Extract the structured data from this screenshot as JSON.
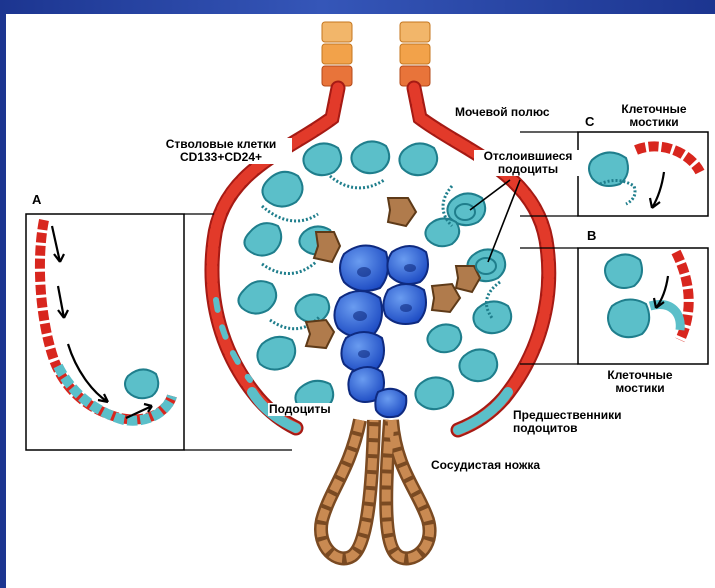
{
  "labels": {
    "stem_cells": [
      "Стволовые клетки",
      "CD133+CD24+"
    ],
    "urinary_pole": "Мочевой  полюс",
    "cell_bridges_top": [
      "Клеточные",
      "мостики"
    ],
    "detached_podocytes": [
      "Отслоившиеся",
      "подоциты"
    ],
    "cell_bridges_bottom": [
      "Клеточные",
      "мостики"
    ],
    "podocytes": "Подоциты",
    "podocyte_precursors": [
      "Предшественники",
      "подоцитов"
    ],
    "vascular_stalk": "Сосудистая ножка"
  },
  "panel_letters": {
    "a": "A",
    "b": "B",
    "c": "C"
  },
  "colors": {
    "frame_background": "#26409a",
    "panel_background": "#ffffff",
    "parietal_cells": "#d8261e",
    "progenitor_cells": "#5bbfc9",
    "endothelium": "#2a5fd4",
    "mesangium": "#b07b4c",
    "tubule_cells": "#f0a24a"
  }
}
